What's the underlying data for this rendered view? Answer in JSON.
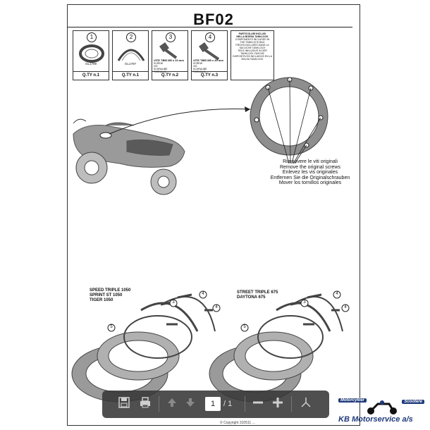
{
  "document": {
    "title": "BF02",
    "parts": [
      {
        "num": "1",
        "code": "GL1799",
        "qty": "Q.TY n.1",
        "desc": []
      },
      {
        "num": "2",
        "code": "GL1797",
        "qty": "Q.TY n.1",
        "desc": []
      },
      {
        "num": "3",
        "code": "VITE TBEI M5 x 20 mm",
        "qty": "Q.TY n.2",
        "desc": [
          "SCREW",
          "VIS",
          "SCHRAUBE",
          "TORNILLO"
        ]
      },
      {
        "num": "4",
        "code": "VITE TBEI M5 x 40 mm",
        "qty": "Q.TY n.3",
        "desc": [
          "SCREW",
          "VIS",
          "SCHRAUBE",
          "TORNILLO"
        ]
      }
    ],
    "included": [
      "PARTICOLARI INCLUSI",
      "NELLA BORSA TANKLOCK",
      "COMPONENTS INCLUDED IN",
      "THE TANKLOCK BAG",
      "PIÈCES INCLUSES DANS LA",
      "SACOCHE TANKLOCK",
      "TEILE INKLUSIVE IN DER",
      "TANKLOCK-TASCHE",
      "DISPOSITIVOS INCLUIDOS EN LA",
      "BOLSA TANKLOCK"
    ],
    "remove_screws": [
      "Rimuovere le viti originali",
      "Remove the original screws",
      "Enlevez  les vis originales",
      "Entfernen Sie die Originalschrauben",
      "Mover los tornillos originales"
    ],
    "models_left": [
      "SPEED TRIPLE 1050",
      "SPRINT ST 1050",
      "TIGER 1050"
    ],
    "models_right": [
      "STREET TRIPLE 675",
      "DAYTONA 675"
    ],
    "callout_left_nums": [
      "4",
      "3",
      "4",
      "5"
    ],
    "callout_right_nums": [
      "4",
      "3",
      "4",
      "5"
    ],
    "copyright": "© Copyright  310511 ..."
  },
  "toolbar": {
    "current_page": "1",
    "total_pages": "/ 1",
    "icons": [
      "save-icon",
      "print-icon",
      "arrow-up-icon",
      "arrow-down-icon",
      "zoom-out-icon",
      "zoom-in-icon",
      "sign-icon"
    ]
  },
  "watermark_logo": {
    "tag_left": "Motorcykler",
    "tag_right": "Scootere",
    "brand": "KB Motorservice a/s"
  }
}
